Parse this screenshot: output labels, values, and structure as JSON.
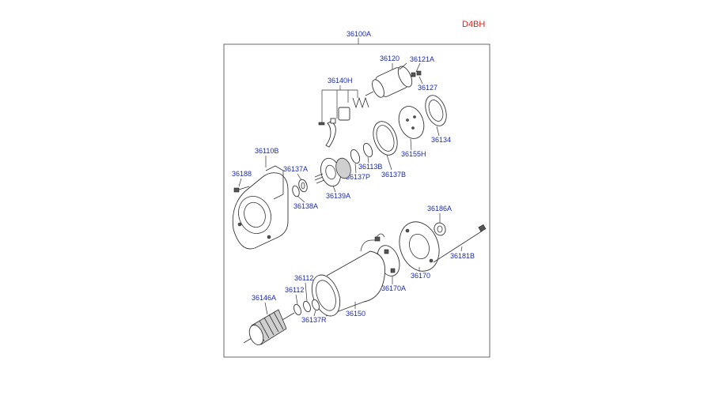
{
  "diagram": {
    "variant_code": "D4BH",
    "assembly_label": "36100A",
    "parts": {
      "p36120": "36120",
      "p36121A": "36121A",
      "p36127": "36127",
      "p36140H": "36140H",
      "p36134": "36134",
      "p36155H": "36155H",
      "p36113B": "36113B",
      "p36137B": "36137B",
      "p36110B": "36110B",
      "p36137A": "36137A",
      "p36188": "36188",
      "p36137P": "36137P",
      "p36139A": "36139A",
      "p36138A": "36138A",
      "p36186A": "36186A",
      "p36181B": "36181B",
      "p36170": "36170",
      "p36112a": "36112",
      "p36112b": "36112",
      "p36170A": "36170A",
      "p36146A": "36146A",
      "p36150": "36150",
      "p36137R": "36137R"
    }
  }
}
